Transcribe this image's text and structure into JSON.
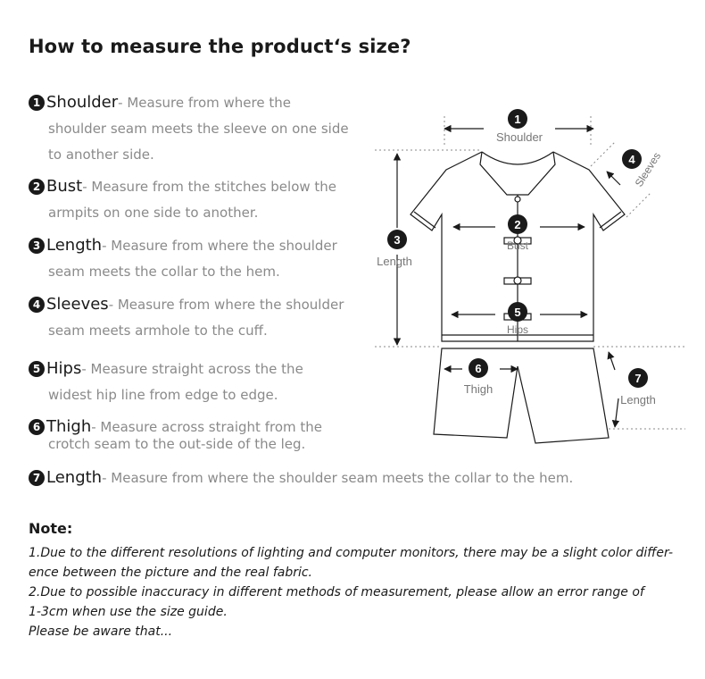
{
  "title": "How to measure the product‘s size?",
  "items": [
    {
      "num": "1",
      "name": "Shoulder",
      "desc": "- Measure from where the",
      "cont": "shoulder seam meets the sleeve on one side to another side."
    },
    {
      "num": "2",
      "name": "Bust",
      "desc": "- Measure from the stitches below the",
      "cont": "armpits on one side to another."
    },
    {
      "num": "3",
      "name": "Length",
      "desc": "- Measure from where the shoulder",
      "cont": "seam meets the collar to the hem."
    },
    {
      "num": "4",
      "name": "Sleeves",
      "desc": "- Measure from where the shoulder",
      "cont": "seam meets armhole to the cuff."
    },
    {
      "num": "5",
      "name": "Hips",
      "desc": "- Measure straight across the the",
      "cont": "widest hip line from edge to edge."
    },
    {
      "num": "6",
      "name": "Thigh",
      "desc": "- Measure across straight from the",
      "cont": "crotch seam to the out-side of the leg."
    },
    {
      "num": "7",
      "name": "Length",
      "desc": "- Measure from where the shoulder seam meets the collar to the hem."
    }
  ],
  "diagram": {
    "labels": {
      "shoulder": "Shoulder",
      "bust": "Bust",
      "length": "Length",
      "sleeves": "Sleeves",
      "hips": "Hips",
      "thigh": "Thigh",
      "pants_length": "Length"
    },
    "nums": {
      "shoulder": "1",
      "bust": "2",
      "length": "3",
      "sleeves": "4",
      "hips": "5",
      "thigh": "6",
      "pants_length": "7"
    }
  },
  "note": {
    "title": "Note:",
    "line1": "1.Due to the different resolutions of lighting and computer monitors, there may be a slight color differ-",
    "line2": "ence between the picture and the real fabric.",
    "line3": "2.Due to possible inaccuracy in different methods of measurement, please allow an error range of",
    "line4": "1-3cm when use the size guide.",
    "line5": "Please be aware that..."
  }
}
